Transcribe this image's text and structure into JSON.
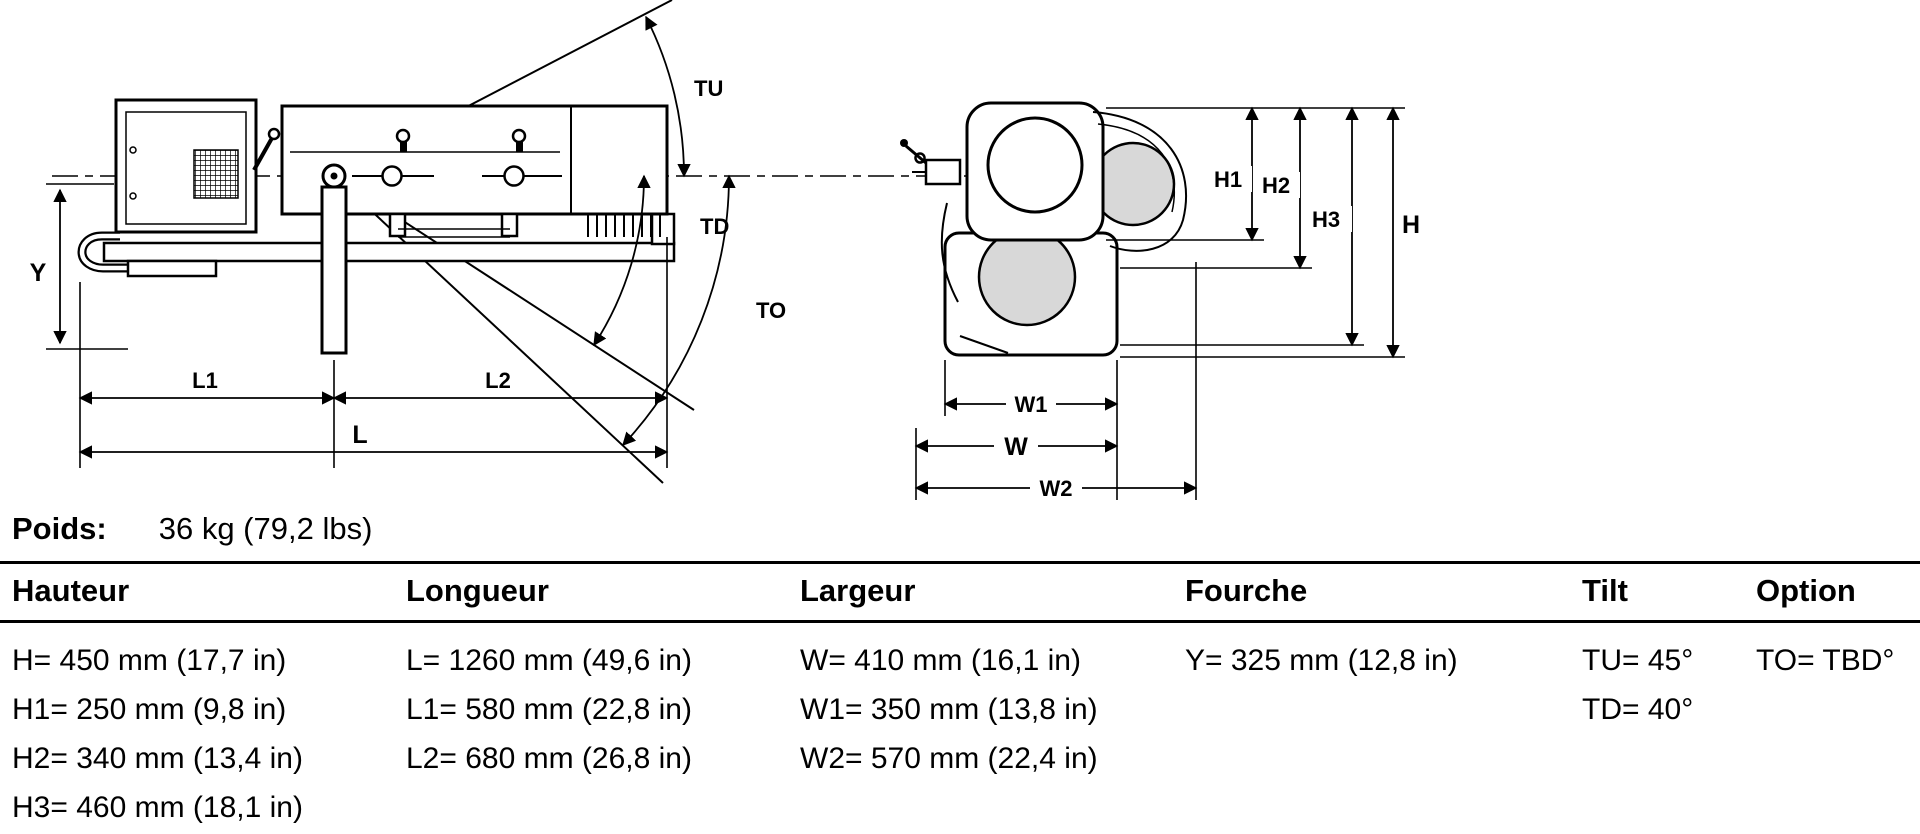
{
  "colors": {
    "line": "#000000",
    "shade": "#d8d8d8"
  },
  "weight": {
    "label": "Poids:",
    "value": "36 kg (79,2 lbs)"
  },
  "diagram": {
    "labels": {
      "tu": "TU",
      "td": "TD",
      "to": "TO",
      "y": "Y",
      "l1": "L1",
      "l2": "L2",
      "l": "L",
      "h1": "H1",
      "h2": "H2",
      "h3": "H3",
      "h": "H",
      "w1": "W1",
      "w": "W",
      "w2": "W2"
    }
  },
  "table": {
    "columns": [
      {
        "header": "Hauteur",
        "rows": [
          "H= 450 mm (17,7 in)",
          "H1= 250 mm (9,8 in)",
          "H2= 340 mm (13,4 in)",
          "H3= 460 mm (18,1 in)"
        ]
      },
      {
        "header": "Longueur",
        "rows": [
          "L= 1260 mm (49,6 in)",
          "L1= 580 mm (22,8 in)",
          "L2= 680 mm (26,8 in)"
        ]
      },
      {
        "header": "Largeur",
        "rows": [
          "W= 410 mm (16,1 in)",
          "W1= 350 mm (13,8 in)",
          "W2= 570 mm (22,4 in)"
        ]
      },
      {
        "header": "Fourche",
        "rows": [
          "Y= 325 mm (12,8 in)"
        ]
      },
      {
        "header": "Tilt",
        "rows": [
          "TU= 45°",
          "TD= 40°"
        ]
      },
      {
        "header": "Option",
        "rows": [
          "TO= TBD°"
        ]
      }
    ]
  }
}
